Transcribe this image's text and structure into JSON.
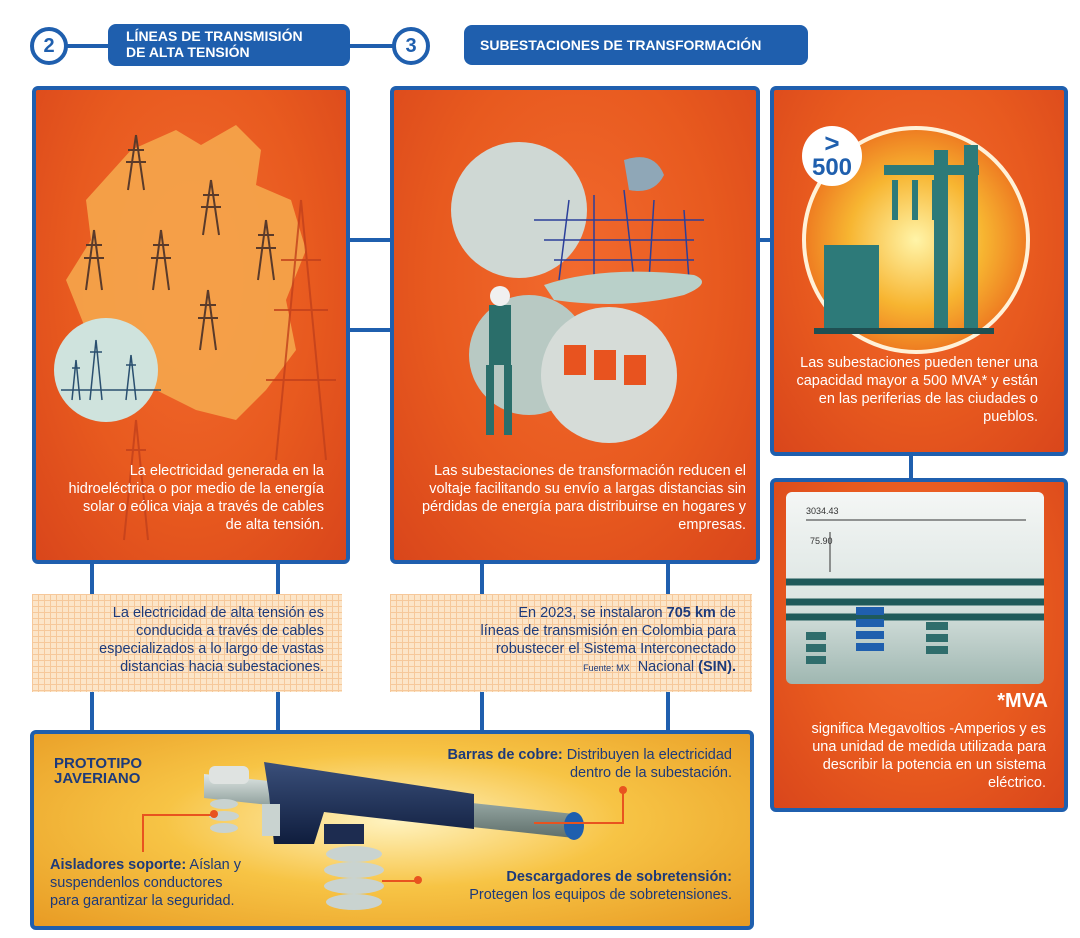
{
  "header": {
    "step2_number": "2",
    "step2_title_line1": "LÍNEAS DE TRANSMISIÓN",
    "step2_title_line2": "DE ALTA TENSIÓN",
    "step3_number": "3",
    "step3_title": "SUBESTACIONES DE TRANSFORMACIÓN"
  },
  "panel_lines": {
    "text": "La electricidad generada en la hidroeléctrica o por medio de la energía solar o eólica viaja a través de cables de alta tensión."
  },
  "panel_substations": {
    "text": "Las subestaciones de transformación reducen el voltaje facilitando su envío a largas distancias sin pérdidas de energía para distribuirse en hogares y empresas."
  },
  "panel_capacity": {
    "badge_symbol": ">",
    "badge_value": "500",
    "text": "Las subestaciones pueden tener una capacidad mayor a 500 MVA* y están en las periferias de las ciudades o pueblos."
  },
  "panel_mva": {
    "measure_top": "3034.43",
    "measure_side": "75.90",
    "title": "*MVA",
    "text": "significa Megavoltios -Amperios y es una unidad de medida utilizada para describir la potencia en un sistema eléctrico."
  },
  "note_cables": {
    "text": "La electricidad de alta tensión es conducida a través de cables especializados a lo largo de vastas distancias hacia subestaciones."
  },
  "note_stats": {
    "line1_pre": "En 2023, se instalaron ",
    "line1_bold": "705 km",
    "line1_post": " de",
    "line2": "líneas de transmisión en Colombia para",
    "line3": "robustecer el Sistema Interconectado",
    "source": "Fuente: MX",
    "line4_pre": "Nacional ",
    "line4_bold": "(SIN)."
  },
  "prototype": {
    "title_line1": "PROTOTIPO",
    "title_line2": "JAVERIANO",
    "copper_label": "Barras de cobre:",
    "copper_text_1": " Distribuyen la electricidad",
    "copper_text_2": "dentro de la subestación.",
    "insulators_label": "Aisladores soporte:",
    "insulators_text_1": " Aíslan y",
    "insulators_text_2": "suspendenlos conductores",
    "insulators_text_3": "para garantizar la seguridad.",
    "arrester_label": "Descargadores de sobretensión:",
    "arrester_text": "Protegen los equipos de sobretensiones."
  },
  "colors": {
    "brand_blue": "#1f5fae",
    "orange": "#e85a1f",
    "navy_text": "#1d3a7a"
  }
}
